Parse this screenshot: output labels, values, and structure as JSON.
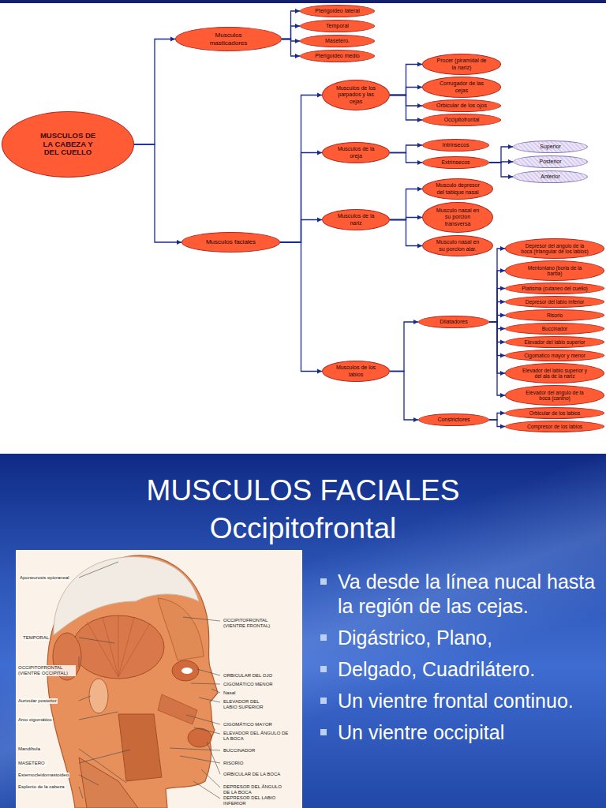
{
  "diagram": {
    "title": "MUSCULOS FACIALES",
    "nodes": [
      {
        "text": [
          "MUSCULOS DE LA CABEZA Y DEL CUELLO"
        ]
      },
      {
        "text": [
          "Musculos masticadores"
        ]
      },
      {
        "text": [
          "Pterigoideo lateral"
        ]
      },
      {
        "text": [
          "Temporal"
        ]
      },
      {
        "text": [
          "Masetero."
        ]
      },
      {
        "text": [
          "Pterigoideo medio"
        ]
      },
      {
        "text": [
          "Musculos faciales"
        ]
      },
      {
        "text": [
          "Musculos de los parpados y las cejas"
        ]
      },
      {
        "text": [
          "Procer (piramidal de la nariz)"
        ]
      },
      {
        "text": [
          "Corrugador de las cejas"
        ]
      },
      {
        "text": [
          "Orbicular de los ojos"
        ]
      },
      {
        "text": [
          "Occipitofrontal"
        ]
      },
      {
        "text": [
          "Musculos de la oreja"
        ]
      },
      {
        "text": [
          "Intrinsecos"
        ]
      },
      {
        "text": [
          "Extrinsecos"
        ]
      },
      {
        "text": [
          "Superior"
        ]
      },
      {
        "text": [
          "Posterior"
        ]
      },
      {
        "text": [
          "Anterior"
        ]
      },
      {
        "text": [
          "Musculos de la nariz"
        ]
      },
      {
        "text": [
          "Musculo depresor del tabique nasal"
        ]
      },
      {
        "text": [
          "Musculo nasal en su porcion transversa"
        ]
      },
      {
        "text": [
          "Musculo nasal en su porcion alar."
        ]
      },
      {
        "text": [
          "Musculos de los labios"
        ]
      },
      {
        "text": [
          "Dilatadores"
        ]
      },
      {
        "text": [
          "Depresor del angulo de la boca (triangular de los labios)"
        ]
      },
      {
        "text": [
          "Mentoniano (borla de la barba)"
        ]
      },
      {
        "text": [
          "Platisma (cutaneo del cuello)"
        ]
      },
      {
        "text": [
          "Depresor del labio inferior"
        ]
      },
      {
        "text": [
          "Risorio"
        ]
      },
      {
        "text": [
          "Buccinador"
        ]
      },
      {
        "text": [
          "Elevador del labio superior"
        ]
      },
      {
        "text": [
          "Cigomatico mayor y menor"
        ]
      },
      {
        "text": [
          "Elevador del labio superior y del ala de la nariz"
        ]
      },
      {
        "text": [
          "Elevador del angulo de la boca (canino)"
        ]
      },
      {
        "text": [
          "Constrictores"
        ]
      },
      {
        "text": [
          "Orbicular de los labios"
        ]
      },
      {
        "text": [
          "Compresor de los labios"
        ]
      }
    ],
    "edges": [
      {
        "from": 0,
        "to": 1,
        "arrow": "to"
      },
      {
        "from": 1,
        "to": 2,
        "arrow": "to"
      },
      {
        "from": 1,
        "to": 3,
        "arrow": "to"
      },
      {
        "from": 1,
        "to": 4,
        "arrow": "to"
      },
      {
        "from": 1,
        "to": 5,
        "arrow": "to"
      },
      {
        "from": 0,
        "to": 6,
        "arrow": "to"
      },
      {
        "from": 6,
        "to": 7,
        "arrow": "to"
      },
      {
        "from": 7,
        "to": 8,
        "arrow": "to"
      },
      {
        "from": 7,
        "to": 9,
        "arrow": "to"
      },
      {
        "from": 7,
        "to": 10,
        "arrow": "to"
      },
      {
        "from": 7,
        "to": 11,
        "arrow": "to"
      },
      {
        "from": 6,
        "to": 12,
        "arrow": "to"
      },
      {
        "from": 12,
        "to": 13,
        "arrow": "to"
      },
      {
        "from": 12,
        "to": 14,
        "arrow": "to"
      },
      {
        "from": 14,
        "to": 15,
        "arrow": "to"
      },
      {
        "from": 14,
        "to": 16,
        "arrow": "to"
      },
      {
        "from": 14,
        "to": 17,
        "arrow": "to"
      },
      {
        "from": 6,
        "to": 18,
        "arrow": "to"
      },
      {
        "from": 18,
        "to": 19,
        "arrow": "to"
      },
      {
        "from": 18,
        "to": 20,
        "arrow": "to"
      },
      {
        "from": 18,
        "to": 21,
        "arrow": "to"
      },
      {
        "from": 6,
        "to": 22,
        "arrow": "to"
      },
      {
        "from": 22,
        "to": 23,
        "arrow": "to"
      },
      {
        "from": 23,
        "to": 24,
        "arrow": "to"
      },
      {
        "from": 23,
        "to": 25,
        "arrow": "to"
      },
      {
        "from": 23,
        "to": 26,
        "arrow": "to"
      },
      {
        "from": 23,
        "to": 27,
        "arrow": "to"
      },
      {
        "from": 23,
        "to": 28,
        "arrow": "to"
      },
      {
        "from": 23,
        "to": 29,
        "arrow": "to"
      },
      {
        "from": 23,
        "to": 30,
        "arrow": "to"
      },
      {
        "from": 23,
        "to": 31,
        "arrow": "to"
      },
      {
        "from": 23,
        "to": 32,
        "arrow": "to"
      },
      {
        "from": 23,
        "to": 33,
        "arrow": "to"
      },
      {
        "from": 22,
        "to": 34,
        "arrow": "to"
      },
      {
        "from": 34,
        "to": 35,
        "arrow": "to"
      },
      {
        "from": 34,
        "to": 36,
        "arrow": "to"
      }
    ],
    "labels": [
      "Occipitofrontal",
      "Va desde la línea nucal hasta la región de las cejas.",
      "Digástrico, Plano,",
      "Delgado, Cuadrilátero.",
      "Un vientre frontal continuo.",
      "Un vientre occipital",
      "Aponeurosis epicraneal",
      "TEMPORAL",
      "OCCIPITOFRONTAL (VIENTRE OCCIPITAL)",
      "Auricular posterior",
      "Arco cigomático",
      "Mandíbula",
      "MASETERO",
      "Esternocleidomastoideo",
      "Esplenio de la cabeza",
      "OCCIPITOFRONTAL (VIENTRE FRONTAL)",
      "ORBICULAR DEL OJO",
      "CIGOMÁTICO MENOR",
      "Nasal",
      "ELEVADOR DEL LABIO SUPERIOR",
      "CIGOMÁTICO MAYOR",
      "ELEVADOR DEL ÁNGULO DE LA BOCA",
      "BUCCINADOR",
      "RISORIO",
      "ORBICULAR DE LA BOCA",
      "DEPRESOR DEL ÁNGULO DE LA BOCA",
      "DEPRESOR DEL LABIO INFERIOR"
    ]
  }
}
